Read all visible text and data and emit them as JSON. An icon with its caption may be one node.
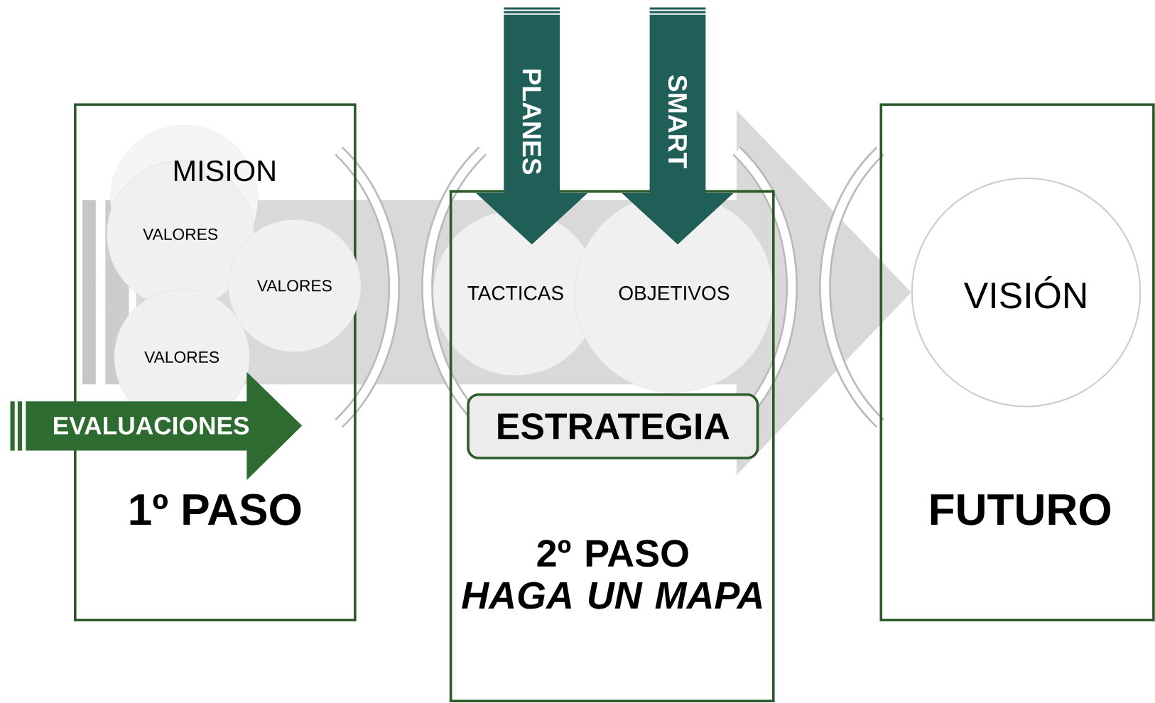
{
  "diagram": {
    "nodes": [
      {
        "text": [
          "1º PASO"
        ]
      },
      {
        "text": [
          "VALORES"
        ],
        "in": 0
      },
      {
        "text": [
          "VALORES"
        ],
        "in": 0
      },
      {
        "text": [
          "VALORES"
        ],
        "in": 0
      },
      {
        "text": [
          "EVALUACIONES"
        ]
      },
      {
        "text": [
          "2º PASO",
          "HAGA UN MAPA"
        ]
      },
      {
        "text": [
          "TACTICAS"
        ],
        "in": 5
      },
      {
        "text": [
          "OBJETIVOS"
        ],
        "in": 5
      },
      {
        "text": [
          "ESTRATEGIA"
        ],
        "in": 5
      },
      {
        "text": [
          "PLANES"
        ]
      },
      {
        "text": [
          "SMART"
        ]
      },
      {
        "text": [
          "FUTURO"
        ]
      },
      {
        "text": [
          "VISIÓN"
        ],
        "in": 11
      }
    ],
    "edges": [
      {
        "from": null,
        "to": 12,
        "arrow": "to"
      }
    ],
    "labels": [
      "MISION"
    ]
  }
}
